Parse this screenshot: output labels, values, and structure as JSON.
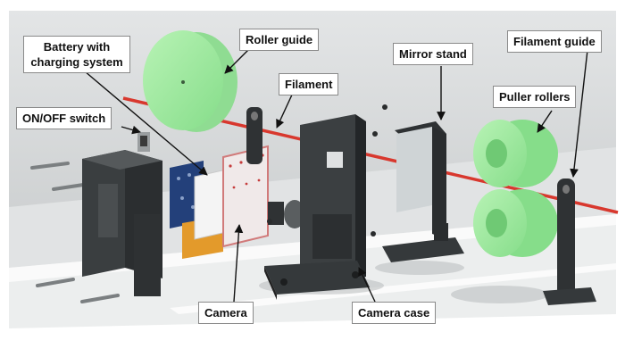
{
  "labels": {
    "battery": "Battery with charging system",
    "roller_guide": "Roller guide",
    "filament": "Filament",
    "mirror_stand": "Mirror stand",
    "filament_guide": "Filament guide",
    "puller_rollers": "Puller rollers",
    "switch": "ON/OFF switch",
    "camera": "Camera",
    "camera_case": "Camera case"
  },
  "colors": {
    "background_wall": "#d4d7d8",
    "floor": "#eceeee",
    "floor_stripe": "#fafafa",
    "part_dark": "#2f3234",
    "part_mid": "#44484a",
    "green_part": "#9fe8a0",
    "green_shade": "#7fd283",
    "filament_red": "#d8382e",
    "pcb_blue": "#23407a",
    "battery_orange": "#e39a2b",
    "callout_border": "#8a8a8a",
    "leader_line": "#111111"
  }
}
